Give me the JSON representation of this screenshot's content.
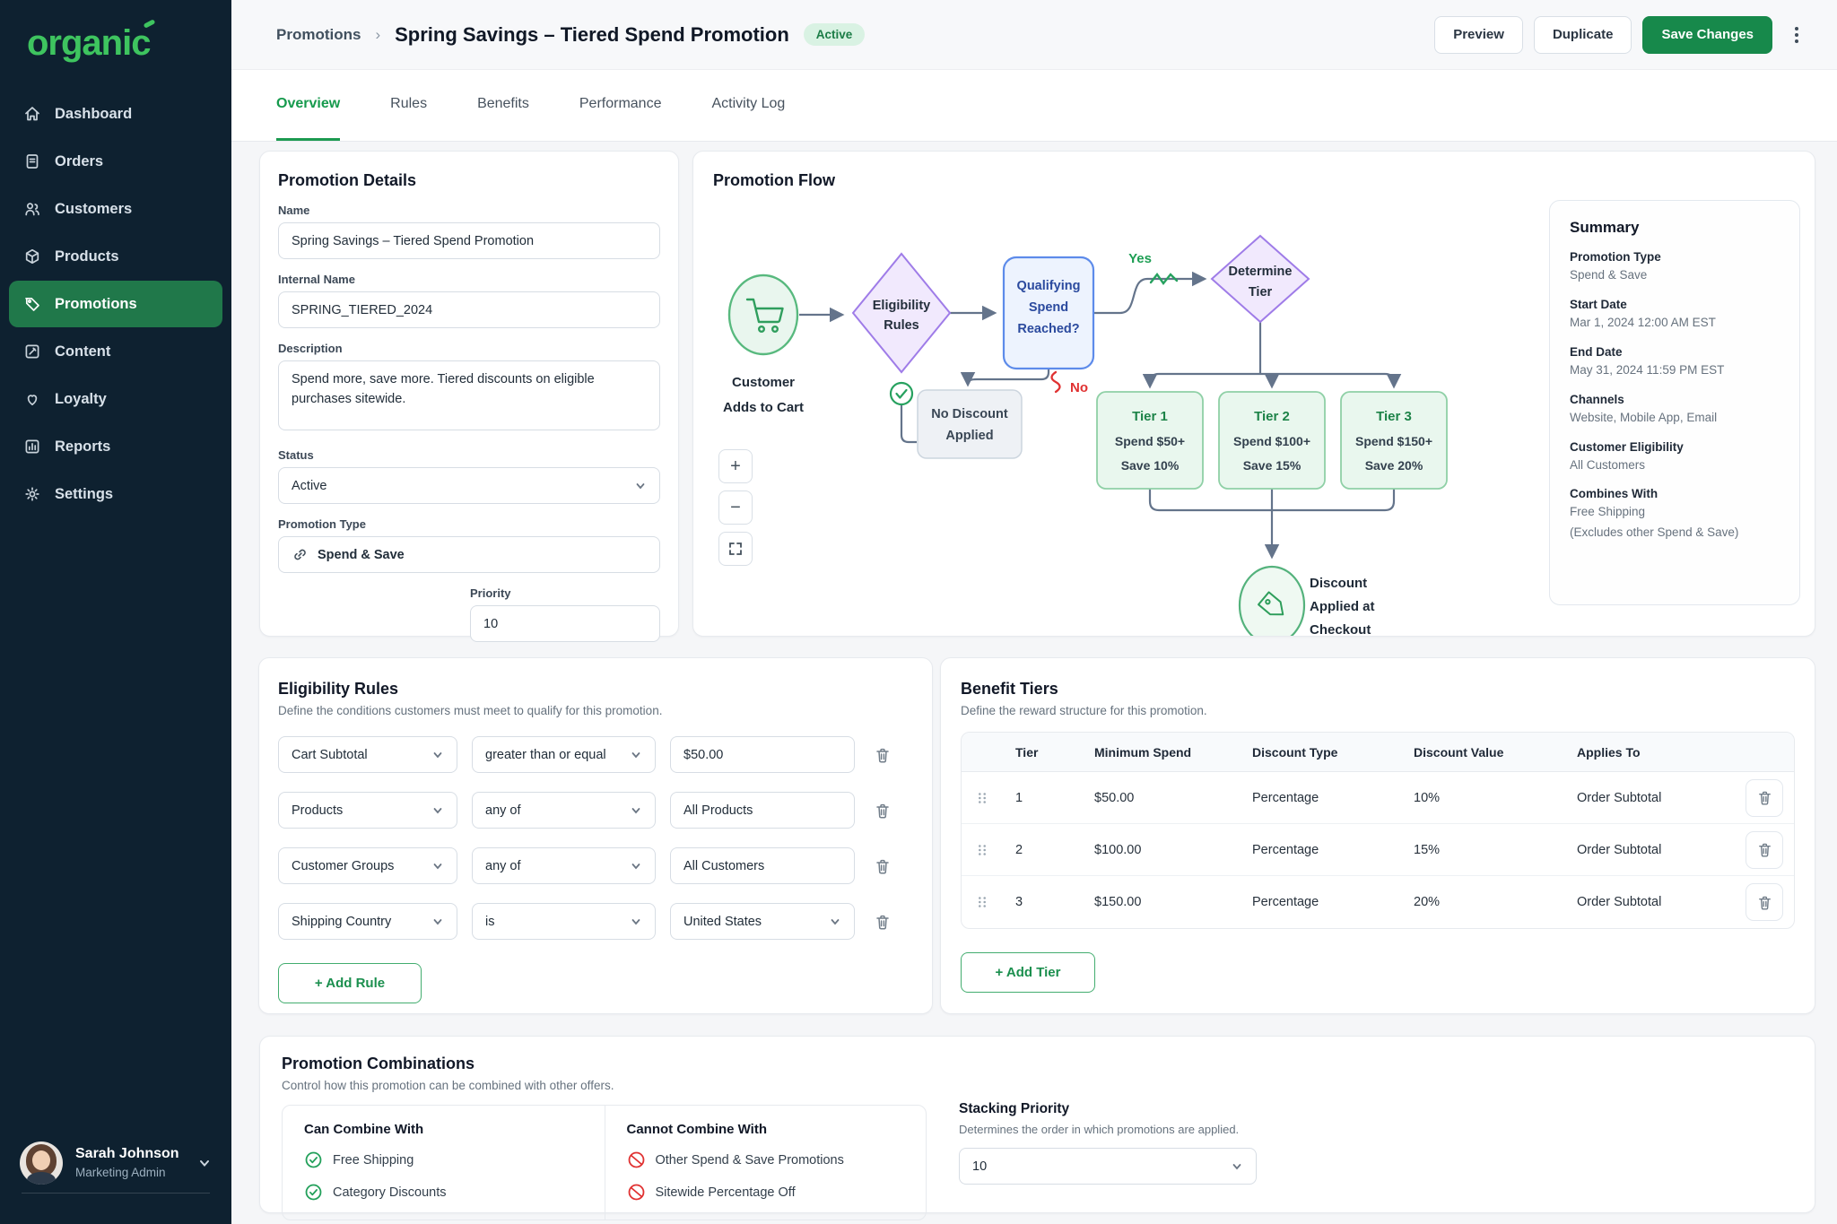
{
  "colors": {
    "brand_green": "#3ec45f",
    "accent_green": "#17894b",
    "sidebar_bg": "#0e2130",
    "badge_bg": "#d9f2e3",
    "danger_red": "#e03131",
    "flow_purple": "#9f7ce8",
    "flow_blue": "#5d8bea"
  },
  "brand": {
    "logo": "organic"
  },
  "sidebar": {
    "items": [
      {
        "label": "Dashboard"
      },
      {
        "label": "Orders"
      },
      {
        "label": "Customers"
      },
      {
        "label": "Products"
      },
      {
        "label": "Promotions"
      },
      {
        "label": "Content"
      },
      {
        "label": "Loyalty"
      },
      {
        "label": "Reports"
      },
      {
        "label": "Settings"
      }
    ],
    "user": {
      "name": "Sarah Johnson",
      "role": "Marketing Admin"
    }
  },
  "header": {
    "breadcrumb_root": "Promotions",
    "title": "Spring Savings – Tiered Spend Promotion",
    "status_badge": "Active",
    "preview": "Preview",
    "duplicate": "Duplicate",
    "save": "Save Changes"
  },
  "tabs": [
    {
      "label": "Overview"
    },
    {
      "label": "Rules"
    },
    {
      "label": "Benefits"
    },
    {
      "label": "Performance"
    },
    {
      "label": "Activity Log"
    }
  ],
  "details": {
    "title": "Promotion Details",
    "name_label": "Name",
    "name_value": "Spring Savings – Tiered Spend Promotion",
    "internal_label": "Internal Name",
    "internal_value": "SPRING_TIERED_2024",
    "description_label": "Description",
    "description_value": "Spend more, save more. Tiered discounts on eligible purchases sitewide.",
    "status_label": "Status",
    "status_value": "Active",
    "type_label": "Promotion Type",
    "type_value": "Spend & Save",
    "priority_label": "Priority",
    "priority_value": "10"
  },
  "flow": {
    "title": "Promotion Flow",
    "zoom_in": "+",
    "zoom_out": "−",
    "cart": [
      "Customer",
      "Adds to Cart"
    ],
    "eligibility": [
      "Eligibility",
      "Rules"
    ],
    "qualifying": [
      "Qualifying",
      "Spend",
      "Reached?"
    ],
    "yes_label": "Yes",
    "no_label": "No",
    "determine": [
      "Determine",
      "Tier"
    ],
    "no_discount": [
      "No Discount",
      "Applied"
    ],
    "tiers": [
      [
        "Tier 1",
        "Spend $50+",
        "Save 10%"
      ],
      [
        "Tier 2",
        "Spend $100+",
        "Save 15%"
      ],
      [
        "Tier 3",
        "Spend $150+",
        "Save 20%"
      ]
    ],
    "checkout": [
      "Discount",
      "Applied at",
      "Checkout"
    ]
  },
  "summary": {
    "title": "Summary",
    "items": [
      {
        "label": "Promotion Type",
        "value": "Spend & Save"
      },
      {
        "label": "Start Date",
        "value": "Mar 1, 2024 12:00 AM EST"
      },
      {
        "label": "End Date",
        "value": "May 31, 2024 11:59 PM EST"
      },
      {
        "label": "Channels",
        "value": "Website, Mobile App, Email"
      },
      {
        "label": "Customer Eligibility",
        "value": "All Customers"
      },
      {
        "label": "Combines With",
        "value": "Free Shipping",
        "value2": "(Excludes other Spend & Save)"
      }
    ]
  },
  "eligibility": {
    "title": "Eligibility Rules",
    "subtitle": "Define the conditions customers must meet to qualify for this promotion.",
    "rows": [
      {
        "field": "Cart Subtotal",
        "operator": "greater than or equal",
        "value": "$50.00"
      },
      {
        "field": "Products",
        "operator": "any of",
        "value": "All Products"
      },
      {
        "field": "Customer Groups",
        "operator": "any of",
        "value": "All Customers"
      },
      {
        "field": "Shipping Country",
        "operator": "is",
        "value": "United States"
      }
    ],
    "add_label": "+ Add Rule"
  },
  "tiers": {
    "title": "Benefit Tiers",
    "subtitle": "Define the reward structure for this promotion.",
    "columns": [
      "Tier",
      "Minimum Spend",
      "Discount Type",
      "Discount Value",
      "Applies To"
    ],
    "rows": [
      {
        "tier": "1",
        "min": "$50.00",
        "type": "Percentage",
        "value": "10%",
        "applies": "Order Subtotal"
      },
      {
        "tier": "2",
        "min": "$100.00",
        "type": "Percentage",
        "value": "15%",
        "applies": "Order Subtotal"
      },
      {
        "tier": "3",
        "min": "$150.00",
        "type": "Percentage",
        "value": "20%",
        "applies": "Order Subtotal"
      }
    ],
    "add_label": "+ Add Tier"
  },
  "combinations": {
    "title": "Promotion Combinations",
    "subtitle": "Control how this promotion can be combined with other offers.",
    "can_title": "Can Combine With",
    "can_items": [
      "Free Shipping",
      "Category Discounts"
    ],
    "cannot_title": "Cannot Combine With",
    "cannot_items": [
      "Other Spend & Save Promotions",
      "Sitewide Percentage Off"
    ],
    "stacking_title": "Stacking Priority",
    "stacking_subtitle": "Determines the order in which promotions are applied.",
    "stacking_value": "10"
  }
}
